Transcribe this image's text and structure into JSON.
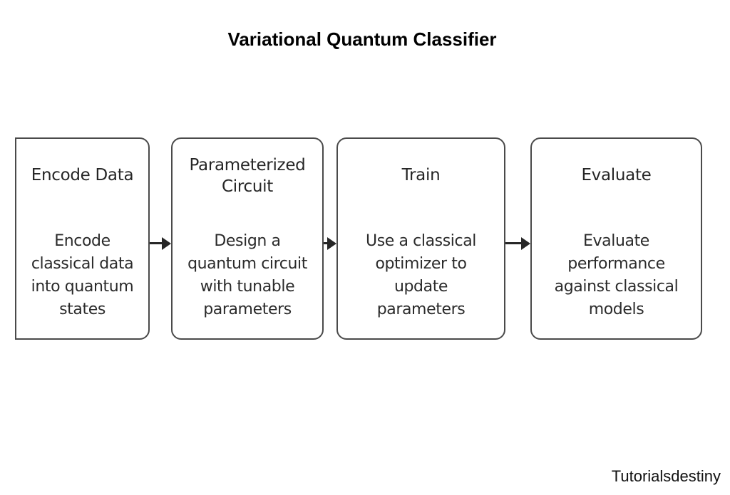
{
  "title": "Variational Quantum Classifier",
  "steps": [
    {
      "title_lines": [
        "Encode Data"
      ],
      "description_lines": [
        "Encode",
        "classical data",
        "into quantum",
        "states"
      ]
    },
    {
      "title_lines": [
        "Parameterized",
        "Circuit"
      ],
      "description_lines": [
        "Design a",
        "quantum circuit",
        "with tunable",
        "parameters"
      ]
    },
    {
      "title_lines": [
        "Train"
      ],
      "description_lines": [
        "Use a classical",
        "optimizer to",
        "update",
        "parameters"
      ]
    },
    {
      "title_lines": [
        "Evaluate"
      ],
      "description_lines": [
        "Evaluate",
        "performance",
        "against classical",
        "models"
      ]
    }
  ],
  "arrows": [
    {
      "from": "Encode Data",
      "to": "Parameterized Circuit",
      "icon": "arrow-right-icon"
    },
    {
      "from": "Parameterized Circuit",
      "to": "Train",
      "icon": "arrow-right-icon"
    },
    {
      "from": "Train",
      "to": "Evaluate",
      "icon": "arrow-right-icon"
    }
  ],
  "credit": "Tutorialsdestiny",
  "colors": {
    "background": "#ffffff",
    "box_border": "#4a4a4a",
    "text": "#222222",
    "arrow": "#262626"
  }
}
